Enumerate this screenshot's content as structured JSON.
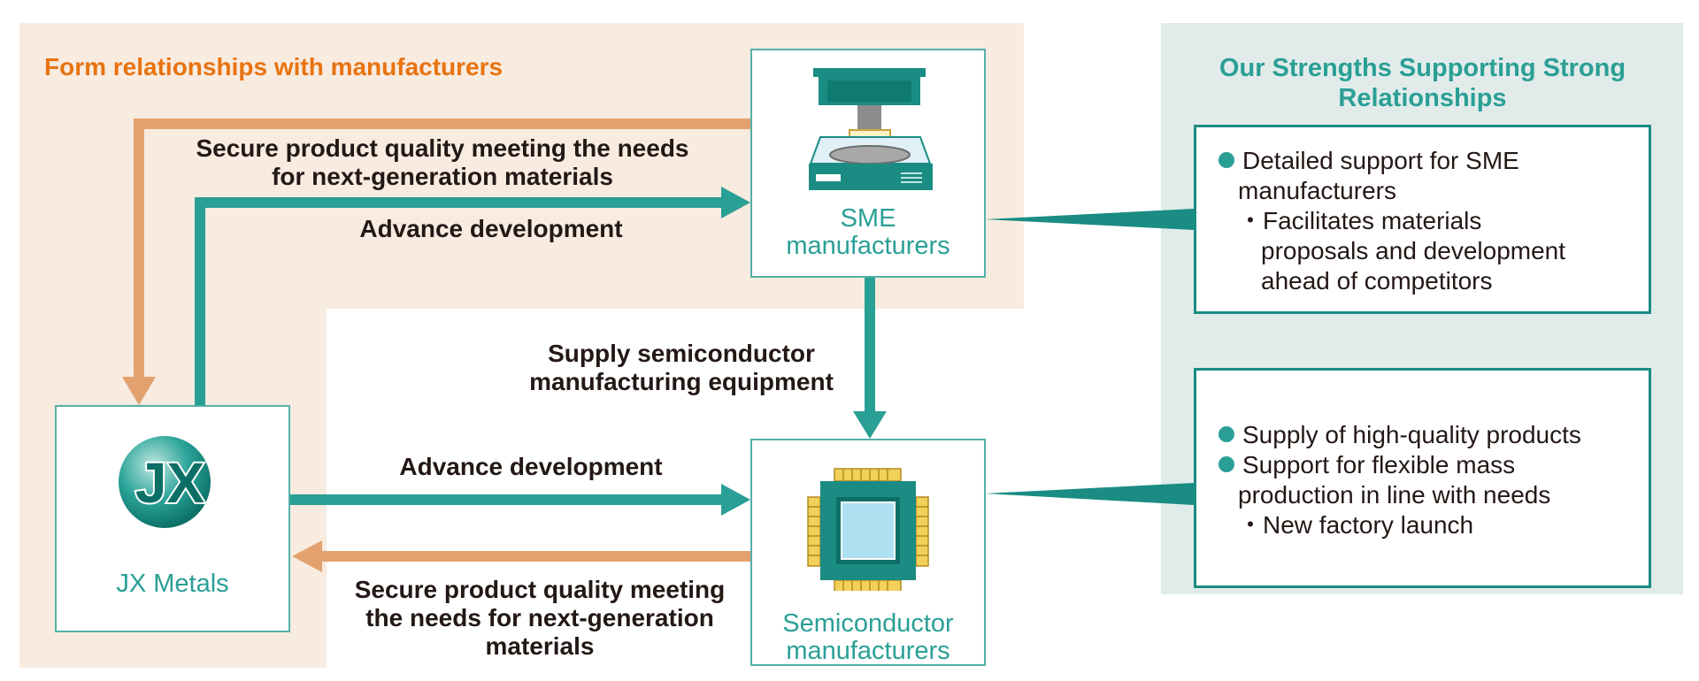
{
  "left_section": {
    "title": "Form relationships with manufacturers"
  },
  "right_section": {
    "title_line1": "Our Strengths Supporting Strong",
    "title_line2": "Relationships"
  },
  "nodes": {
    "jx": {
      "logo_text": "JX",
      "label": "JX Metals"
    },
    "sme": {
      "label_line1": "SME",
      "label_line2": "manufacturers"
    },
    "semi": {
      "label_line1": "Semiconductor",
      "label_line2": "manufacturers"
    }
  },
  "arrows": {
    "sme_to_jx_quality": {
      "line1": "Secure product quality meeting the needs",
      "line2": "for next-generation materials"
    },
    "jx_to_sme_dev": {
      "label": "Advance development"
    },
    "sme_to_semi_supply": {
      "line1": "Supply semiconductor",
      "line2": "manufacturing equipment"
    },
    "jx_to_semi_dev": {
      "label": "Advance development"
    },
    "semi_to_jx_quality": {
      "line1": "Secure product quality meeting",
      "line2": "the needs for next-generation",
      "line3": "materials"
    }
  },
  "panel_sme": {
    "bullet1_line1": "Detailed support for SME",
    "bullet1_line2": "manufacturers",
    "sub1_line1": "・Facilitates materials",
    "sub1_line2": "proposals and development",
    "sub1_line3": "ahead of competitors"
  },
  "panel_semi": {
    "bullet1": "Supply of high-quality products",
    "bullet2_line1": "Support for flexible mass",
    "bullet2_line2": "production in line with needs",
    "sub1": "・New factory launch"
  },
  "colors": {
    "orange_arrow": "#e3a16f",
    "teal_arrow": "#2a9f96",
    "teal_dark": "#1a8c83",
    "title_orange": "#e8730f"
  }
}
